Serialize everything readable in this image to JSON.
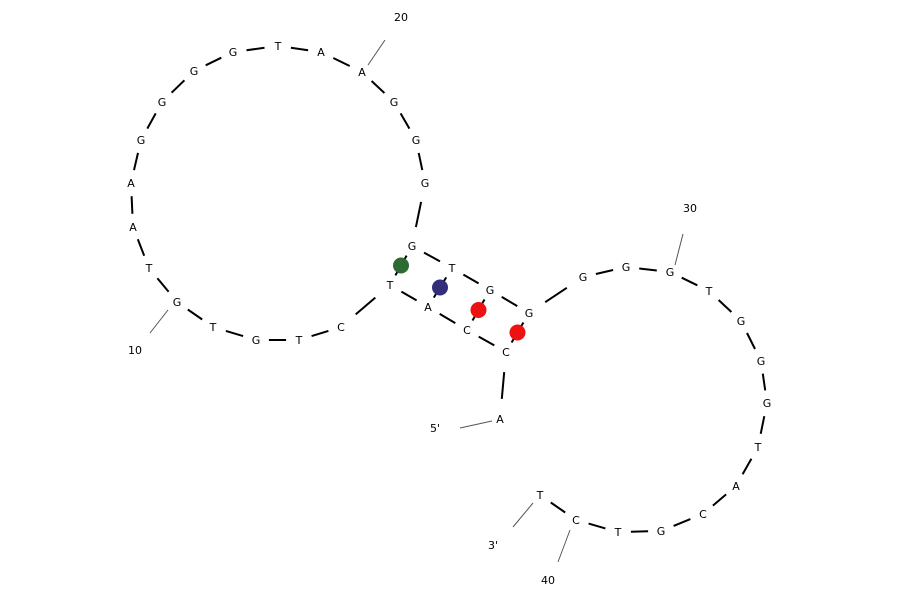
{
  "sequence": [
    "A",
    "C",
    "C",
    "A",
    "T",
    "C",
    "T",
    "G",
    "T",
    "G",
    "T",
    "A",
    "A",
    "G",
    "G",
    "G",
    "G",
    "T",
    "A",
    "A",
    "G",
    "G",
    "G",
    "G",
    "T",
    "G",
    "G",
    "G",
    "G",
    "G",
    "T",
    "G",
    "G",
    "G",
    "T",
    "A",
    "C",
    "G",
    "T",
    "C",
    "T"
  ],
  "end_labels": {
    "five_prime": "5'",
    "three_prime": "3'"
  },
  "position_labels": [
    {
      "index": 10,
      "text": "10"
    },
    {
      "index": 20,
      "text": "20"
    },
    {
      "index": 30,
      "text": "30"
    },
    {
      "index": 40,
      "text": "40"
    }
  ],
  "pairs": [
    {
      "i": 24,
      "j": 5,
      "color": "#2e6b34"
    },
    {
      "i": 25,
      "j": 4,
      "color": "#332e7a"
    },
    {
      "i": 26,
      "j": 3,
      "color": "#ee1111"
    },
    {
      "i": 27,
      "j": 2,
      "color": "#ee1111"
    }
  ]
}
